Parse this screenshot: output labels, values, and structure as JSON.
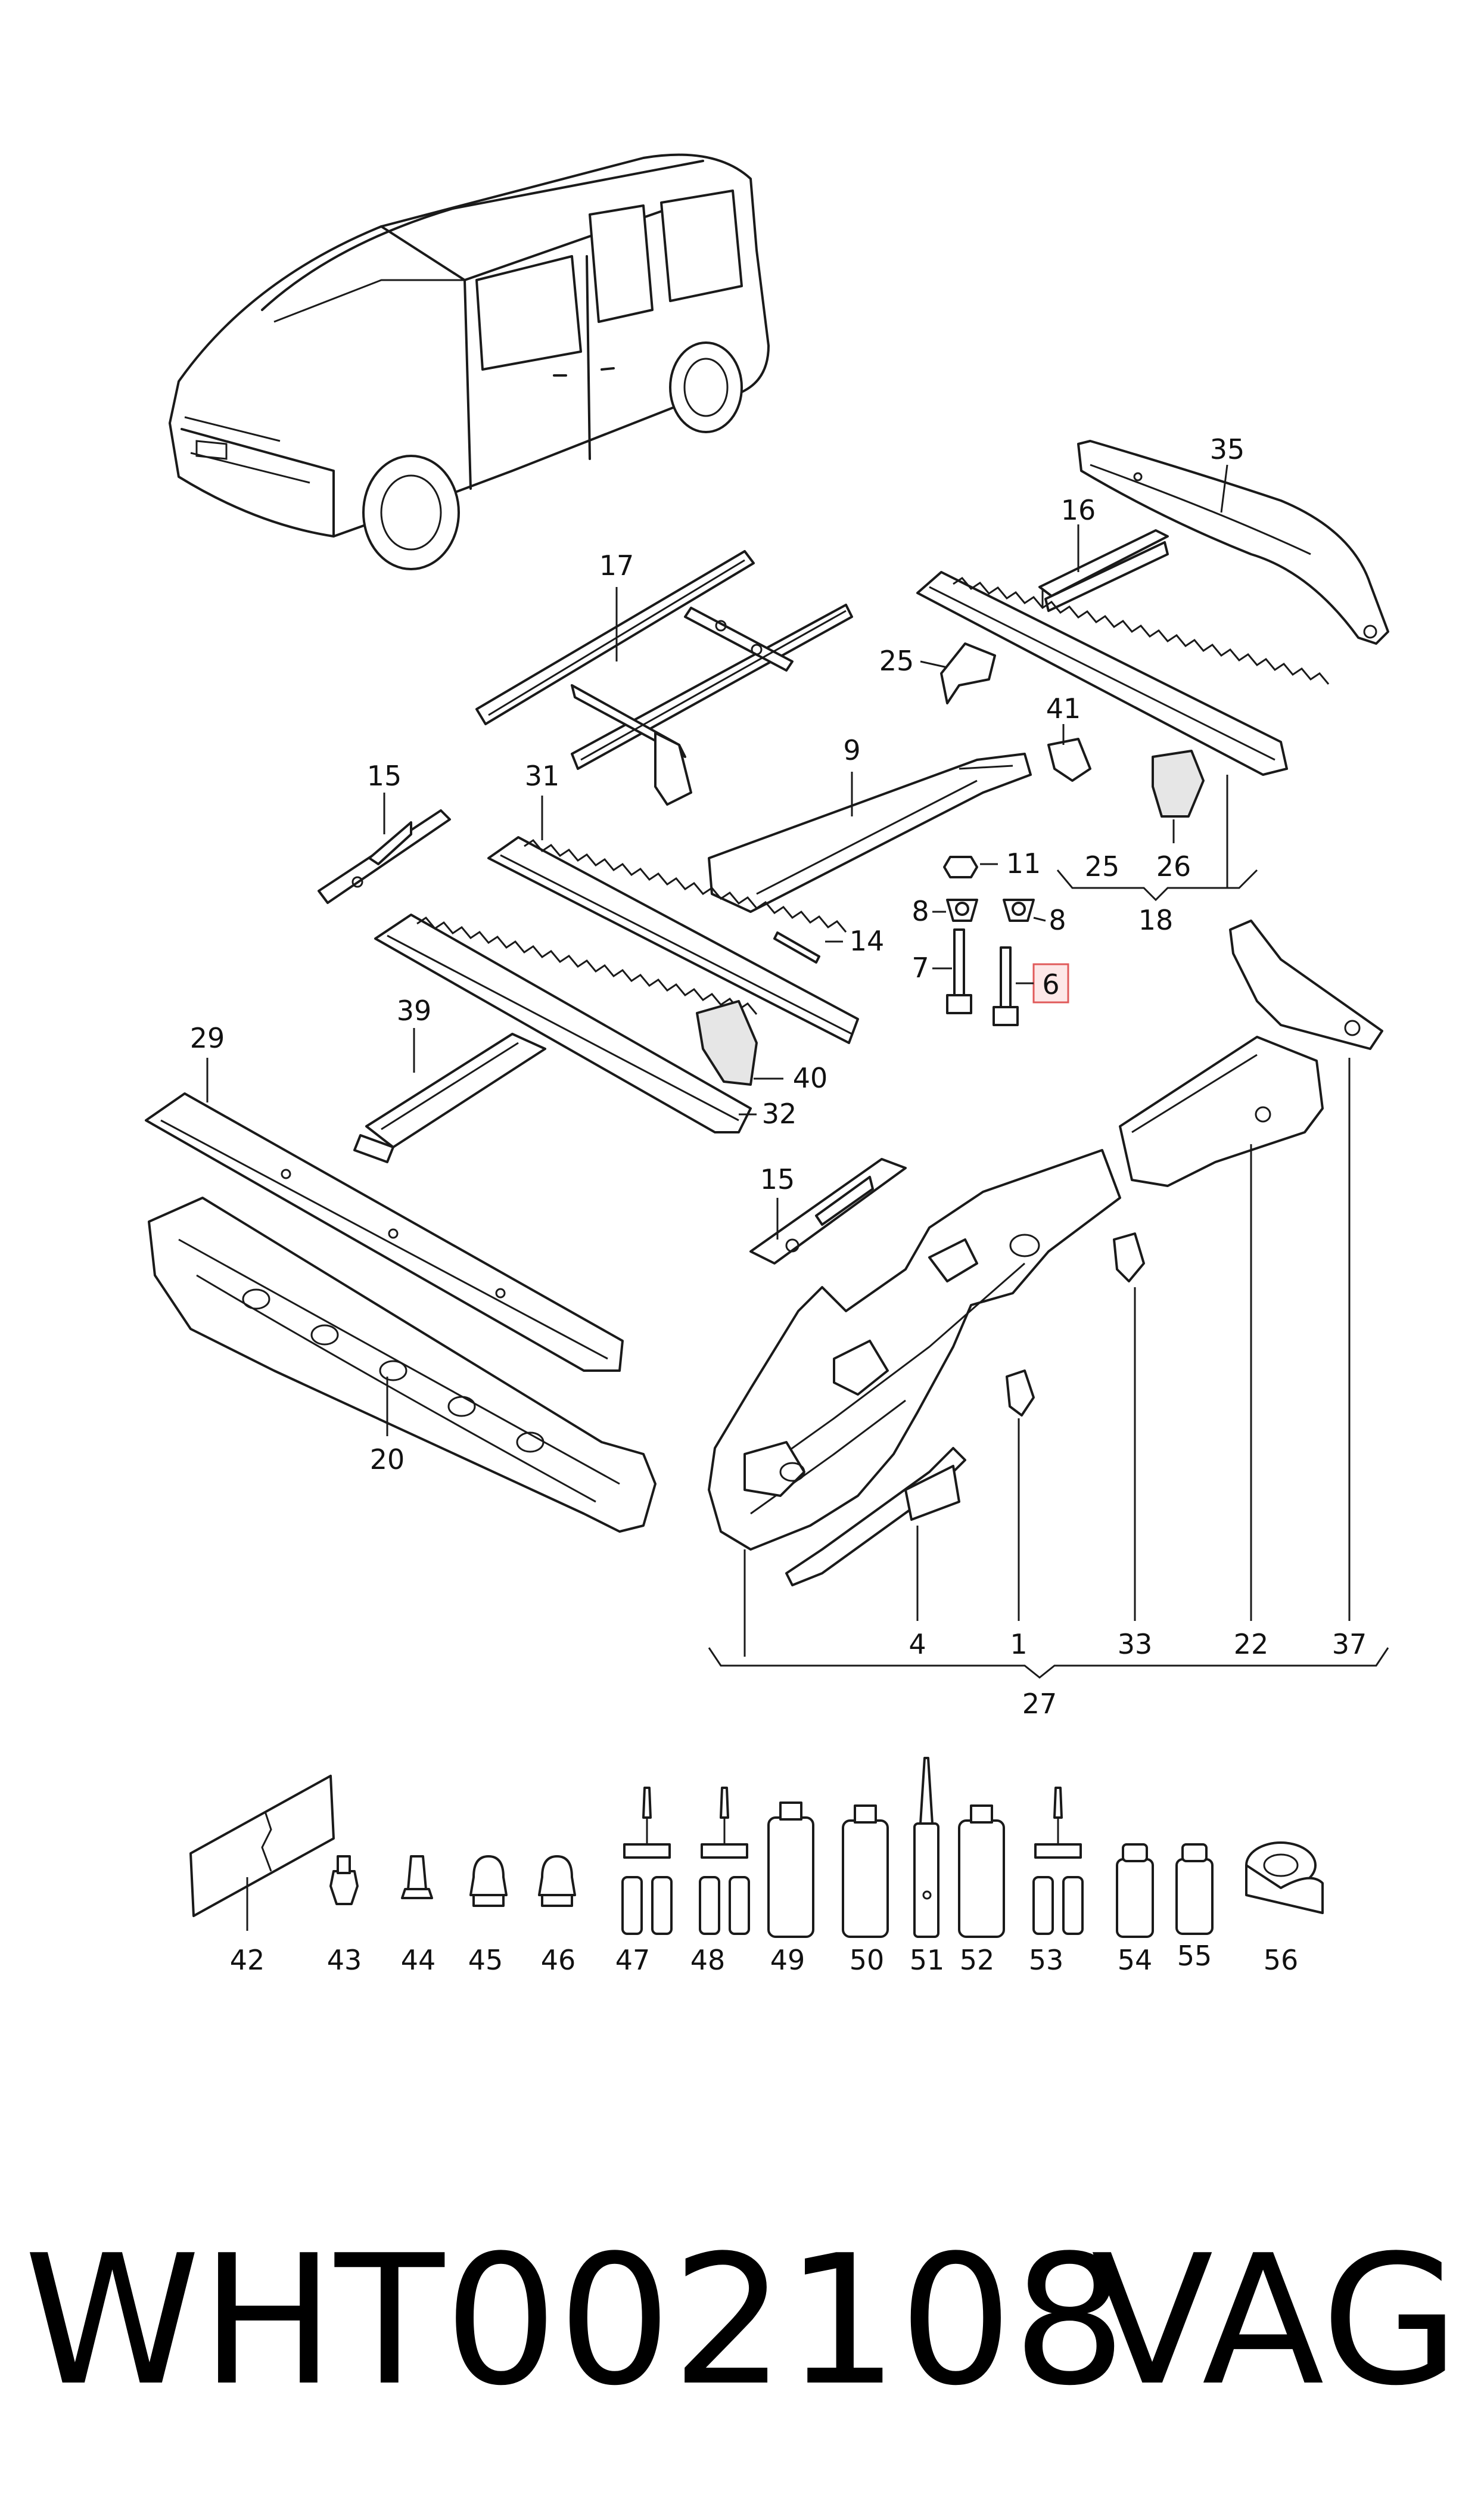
{
  "diagram": {
    "highlight_color": "#e05a5a",
    "callouts": {
      "c1": "1",
      "c4": "4",
      "c6": "6",
      "c7": "7",
      "c8a": "8",
      "c8b": "8",
      "c9": "9",
      "c11": "11",
      "c14": "14",
      "c15a": "15",
      "c15b": "15",
      "c16": "16",
      "c17": "17",
      "c18": "18",
      "c20": "20",
      "c22": "22",
      "c25a": "25",
      "c25b": "25",
      "c26": "26",
      "c27": "27",
      "c29": "29",
      "c31": "31",
      "c32": "32",
      "c33": "33",
      "c35": "35",
      "c37": "37",
      "c39": "39",
      "c40": "40",
      "c41": "41"
    },
    "small_parts": [
      "42",
      "43",
      "44",
      "45",
      "46",
      "47",
      "48",
      "49",
      "50",
      "51",
      "52",
      "53",
      "54",
      "55",
      "56"
    ]
  },
  "footer": {
    "part_number": "WHT002108",
    "brand": "VAG"
  }
}
